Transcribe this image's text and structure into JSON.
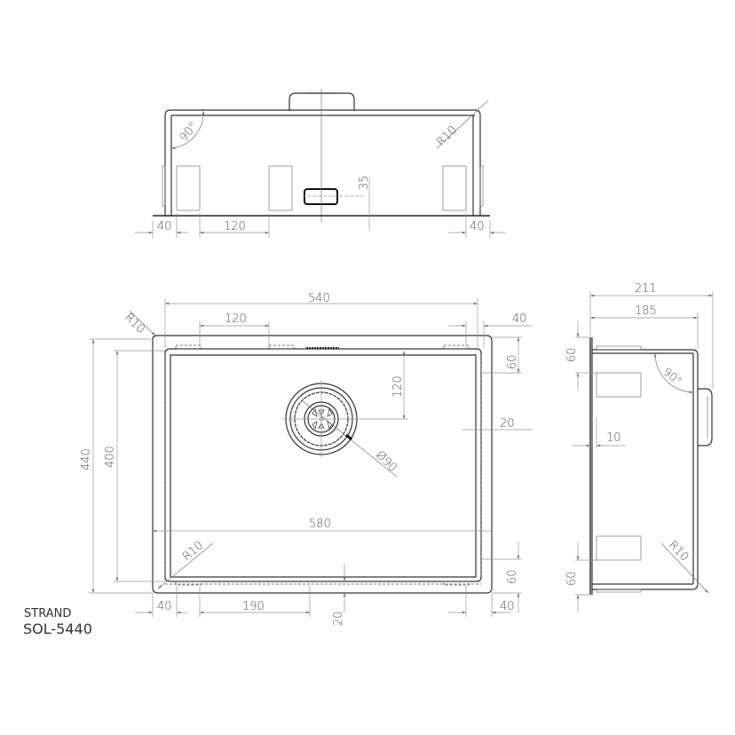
{
  "title": {
    "brand": "STRAND",
    "model": "SOL-5440"
  },
  "front_view": {
    "angle": "90°",
    "radius": "R10",
    "overflow_height": "35",
    "left_offset": "40",
    "bracket_spacing": "120",
    "right_offset": "40"
  },
  "top_view": {
    "outer_width": "540",
    "inner_width": "580",
    "outer_height": "440",
    "inner_height": "400",
    "corner_radius_top": "R10",
    "corner_radius_bottom": "R10",
    "bracket_top_spacing": "120",
    "right_offset_top": "40",
    "right_vertical_top": "60",
    "drain_offset": "120",
    "drain_diameter": "Ø90",
    "side_offset": "20",
    "bottom_left_offset": "40",
    "bottom_spacing": "190",
    "bottom_depth": "20",
    "right_vertical_bottom": "60",
    "bottom_right_offset": "40"
  },
  "side_view": {
    "total_depth": "211",
    "bowl_depth": "185",
    "angle": "90°",
    "top_offset": "60",
    "flange": "10",
    "bottom_offset": "60",
    "radius": "R10"
  }
}
